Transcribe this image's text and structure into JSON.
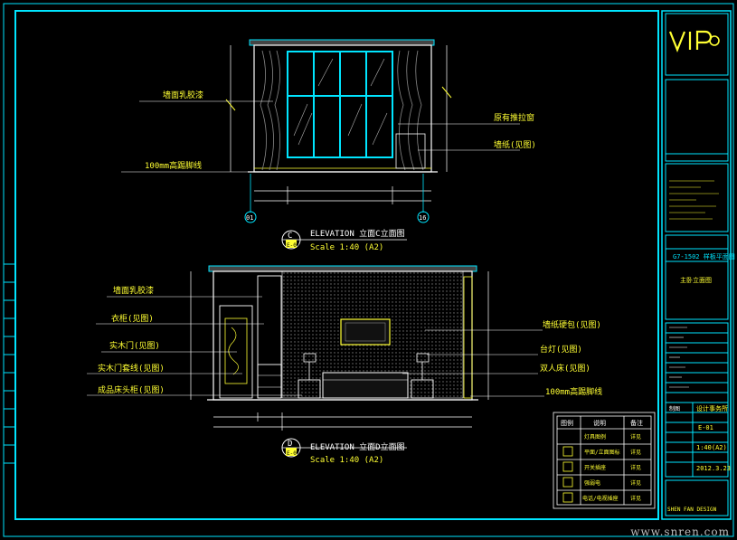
{
  "colors": {
    "background": "#000000",
    "frame": "#00e5ff",
    "yellow": "#ffff33",
    "white": "#ffffff",
    "magenta": "#ff33ff",
    "green": "#33ff66",
    "orange": "#ff9900",
    "gray": "#8a8a8a"
  },
  "logo": {
    "text": "VIP",
    "icon": "vip-logo-icon"
  },
  "elevation_c": {
    "marker": "C",
    "sheet": "E-01",
    "title": "ELEVATION 立面C立面图",
    "scale": "Scale 1:40 (A2)",
    "grid_left": "01",
    "grid_right": "16",
    "annotations": [
      "墙面乳胶漆",
      "100mm高踢脚线",
      "原有推拉窗",
      "墙纸(见图)"
    ],
    "dims_top": [
      "",
      "",
      "",
      ""
    ],
    "dims_side": [
      "",
      ""
    ]
  },
  "elevation_d": {
    "marker": "D",
    "sheet": "E-01",
    "title": "ELEVATION 立面D立面图",
    "scale": "Scale 1:40 (A2)",
    "annotations_left": [
      "墙面乳胶漆",
      "衣柜(见图)",
      "实木门(见图)",
      "实木门套线(见图)",
      "成品床头柜(见图)"
    ],
    "annotations_right": [
      "墙纸硬包(见图)",
      "台灯(见图)",
      "双人床(见图)",
      "100mm高踢脚线"
    ]
  },
  "legend": {
    "headers": [
      "图例",
      "说明",
      "备注"
    ],
    "rows": [
      {
        "desc": "灯具图例",
        "note": "详见"
      },
      {
        "desc": "平面/立面图标",
        "note": "详见"
      },
      {
        "desc": "开关插座",
        "note": "详见"
      },
      {
        "desc": "强弱电",
        "note": "详见"
      },
      {
        "desc": "电话/电视插座",
        "note": "详见"
      }
    ]
  },
  "titleblock": {
    "project_code": "G7-1502 样板平面图",
    "project_sub": "主卧立面图",
    "company": "设计事务所",
    "drawn_label": "制图",
    "value_a": "E-01",
    "scale": "1:40(A2)",
    "date": "2012.3.23",
    "footer": "SHEN FAN DESIGN"
  },
  "watermark": "www.snren.com"
}
